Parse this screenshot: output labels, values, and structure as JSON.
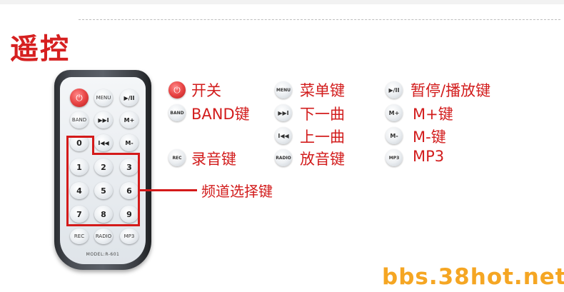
{
  "title": "遥控",
  "remote": {
    "model": "MODEL:R-601",
    "buttons": {
      "power": "⏻",
      "menu": "MENU",
      "play_pause": "▶/II",
      "band": "BAND",
      "next": "▶▶I",
      "m_plus": "M+",
      "zero": "0",
      "prev": "I◀◀",
      "m_minus": "M-",
      "n1": "1",
      "n2": "2",
      "n3": "3",
      "n4": "4",
      "n5": "5",
      "n6": "6",
      "n7": "7",
      "n8": "8",
      "n9": "9",
      "rec": "REC",
      "radio": "RADIO",
      "mp3": "MP3"
    }
  },
  "legend": {
    "power": {
      "icon": "⏻",
      "label": "开关"
    },
    "band": {
      "icon": "BAND",
      "label": "BAND键"
    },
    "rec": {
      "icon": "REC",
      "label": "录音键"
    },
    "menu": {
      "icon": "MENU",
      "label": "菜单键"
    },
    "next": {
      "icon": "▶▶I",
      "label": "下一曲"
    },
    "prev": {
      "icon": "I◀◀",
      "label": "上一曲"
    },
    "radio": {
      "icon": "RADIO",
      "label": "放音键"
    },
    "play_pause": {
      "icon": "▶/II",
      "label": "暂停/播放键"
    },
    "m_plus": {
      "icon": "M+",
      "label": "M+键"
    },
    "m_minus": {
      "icon": "M-",
      "label": "M-键"
    },
    "mp3": {
      "icon": "MP3",
      "label": "MP3"
    }
  },
  "channel_label": "频道选择键",
  "watermark": "bbs.38hot.net",
  "colors": {
    "accent_red": "#d21c1c",
    "watermark_orange": "#f5a623",
    "power_red": "#e84545"
  }
}
